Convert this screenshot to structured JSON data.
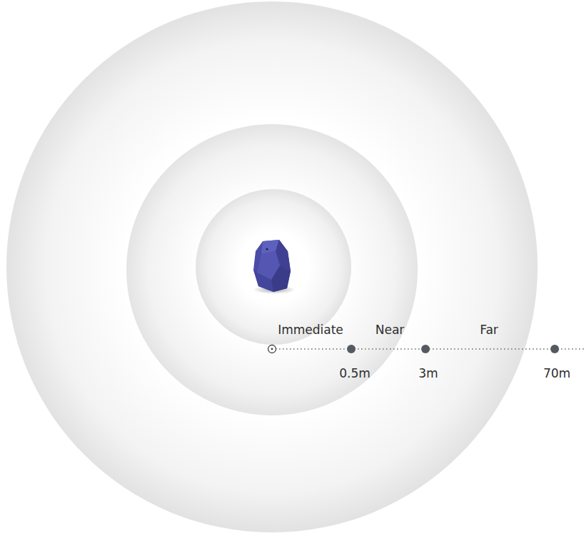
{
  "diagram": {
    "labels": [
      "Immediate",
      "Near",
      "Far",
      "0.5m",
      "3m",
      "70m"
    ]
  }
}
